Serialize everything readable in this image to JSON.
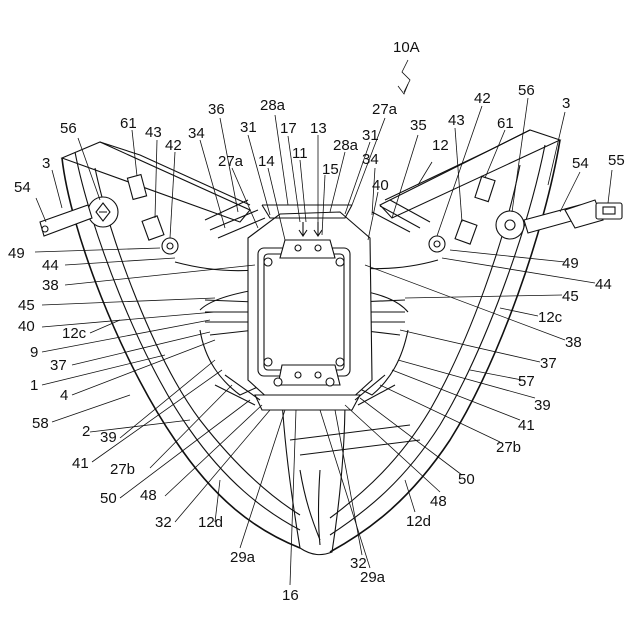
{
  "figure_ref": "10A",
  "labels": {
    "l_10A": "10A",
    "l_28a_top": "28a",
    "l_27a_top": "27a",
    "l_36": "36",
    "l_31_l": "31",
    "l_17": "17",
    "l_13": "13",
    "l_56_l": "56",
    "l_61_l": "61",
    "l_43_l": "43",
    "l_34_l": "34",
    "l_42_l": "42",
    "l_27a_l": "27a",
    "l_14": "14",
    "l_11": "11",
    "l_28a_r": "28a",
    "l_31_r": "31",
    "l_15": "15",
    "l_34_r": "34",
    "l_40_r": "40",
    "l_12": "12",
    "l_35": "35",
    "l_43_r": "43",
    "l_42_r": "42",
    "l_56_r": "56",
    "l_61_r": "61",
    "l_3_r": "3",
    "l_3_l": "3",
    "l_54_l": "54",
    "l_54_r": "54",
    "l_55": "55",
    "l_49_l": "49",
    "l_44_l": "44",
    "l_38_l": "38",
    "l_45_l": "45",
    "l_40_l": "40",
    "l_12c_l": "12c",
    "l_9": "9",
    "l_37_l": "37",
    "l_1": "1",
    "l_4": "4",
    "l_58": "58",
    "l_2": "2",
    "l_39_l": "39",
    "l_41_l": "41",
    "l_27b_l": "27b",
    "l_50_l": "50",
    "l_48_l": "48",
    "l_32_l": "32",
    "l_12d_l": "12d",
    "l_29a_l": "29a",
    "l_16": "16",
    "l_29a_r": "29a",
    "l_32_r": "32",
    "l_12d_r": "12d",
    "l_48_r": "48",
    "l_50_r": "50",
    "l_27b_r": "27b",
    "l_41_r": "41",
    "l_39_r": "39",
    "l_57": "57",
    "l_37_r": "37",
    "l_38_r": "38",
    "l_12c_r": "12c",
    "l_45_r": "45",
    "l_44_r": "44",
    "l_49_r": "49"
  }
}
